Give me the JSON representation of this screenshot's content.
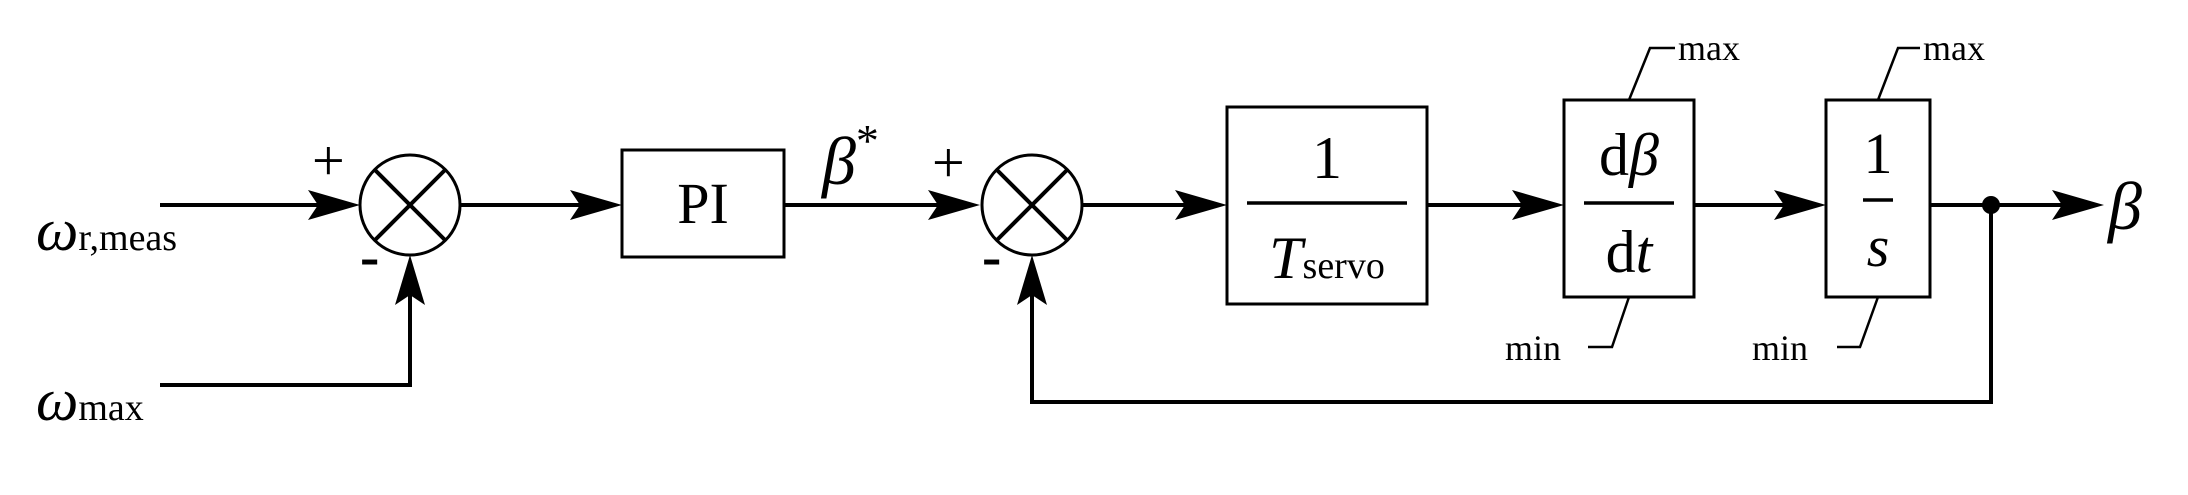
{
  "inputs": {
    "omega_symbol": "ω",
    "omega_meas_sub": "r,meas",
    "omega_max_sub": "max"
  },
  "sum1": {
    "plus": "+",
    "minus": "-"
  },
  "pi_block": {
    "label": "PI"
  },
  "beta_ref": {
    "symbol": "β",
    "superscript": "*"
  },
  "sum2": {
    "plus": "+",
    "minus": "-"
  },
  "servo_block": {
    "numerator": "1",
    "den_symbol": "T",
    "den_sub": "servo"
  },
  "rate_limiter": {
    "num_prefix": "d",
    "num_symbol": "β",
    "den_prefix": "d",
    "den_symbol": "t",
    "max_label": "max",
    "min_label": "min"
  },
  "integrator": {
    "numerator": "1",
    "den_symbol": "s",
    "max_label": "max",
    "min_label": "min"
  },
  "output": {
    "symbol": "β"
  }
}
